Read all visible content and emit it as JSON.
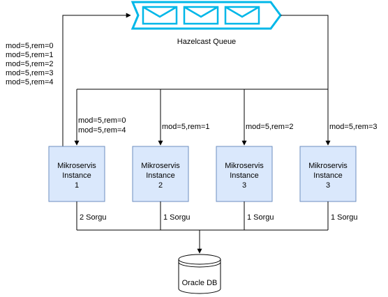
{
  "queue": {
    "label": "Hazelcast Queue"
  },
  "left_labels": [
    "mod=5,rem=0",
    "mod=5,rem=1",
    "mod=5,rem=2",
    "mod=5,rem=3",
    "mod=5,rem=4"
  ],
  "instances": [
    {
      "line1": "Mikroservis",
      "line2": "Instance",
      "line3": "1"
    },
    {
      "line1": "Mikroservis",
      "line2": "Instance",
      "line3": "2"
    },
    {
      "line1": "Mikroservis",
      "line2": "Instance",
      "line3": "3"
    },
    {
      "line1": "Mikroservis",
      "line2": "Instance",
      "line3": "3"
    }
  ],
  "arrow_labels": {
    "inst1": [
      "mod=5,rem=0",
      "mod=5,rem=4"
    ],
    "inst2": "mod=5,rem=1",
    "inst3": "mod=5,rem=2",
    "inst4": "mod=5,rem=3"
  },
  "query_labels": [
    "2 Sorgu",
    "1 Sorgu",
    "1 Sorgu",
    "1 Sorgu"
  ],
  "database": {
    "label": "Oracle DB"
  },
  "colors": {
    "queue_stroke": "#00b7e8",
    "box_fill": "#dae8fc",
    "box_stroke": "#6c8ebf"
  }
}
